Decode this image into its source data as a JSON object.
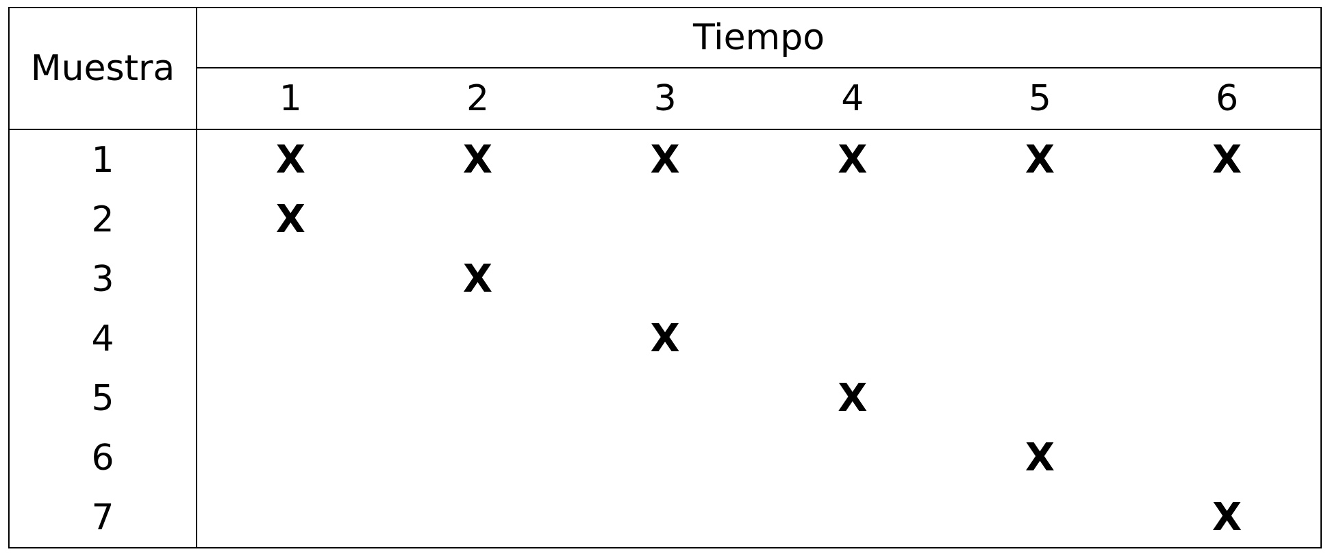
{
  "header": {
    "sample_label": "Muestra",
    "time_label": "Tiempo",
    "time_points": [
      "1",
      "2",
      "3",
      "4",
      "5",
      "6"
    ]
  },
  "mark_symbol": "X",
  "rows": [
    {
      "label": "1",
      "cells": [
        "X",
        "X",
        "X",
        "X",
        "X",
        "X"
      ]
    },
    {
      "label": "2",
      "cells": [
        "X",
        "",
        "",
        "",
        "",
        ""
      ]
    },
    {
      "label": "3",
      "cells": [
        "",
        "X",
        "",
        "",
        "",
        ""
      ]
    },
    {
      "label": "4",
      "cells": [
        "",
        "",
        "X",
        "",
        "",
        ""
      ]
    },
    {
      "label": "5",
      "cells": [
        "",
        "",
        "",
        "X",
        "",
        ""
      ]
    },
    {
      "label": "6",
      "cells": [
        "",
        "",
        "",
        "",
        "X",
        ""
      ]
    },
    {
      "label": "7",
      "cells": [
        "",
        "",
        "",
        "",
        "",
        "X"
      ]
    }
  ]
}
